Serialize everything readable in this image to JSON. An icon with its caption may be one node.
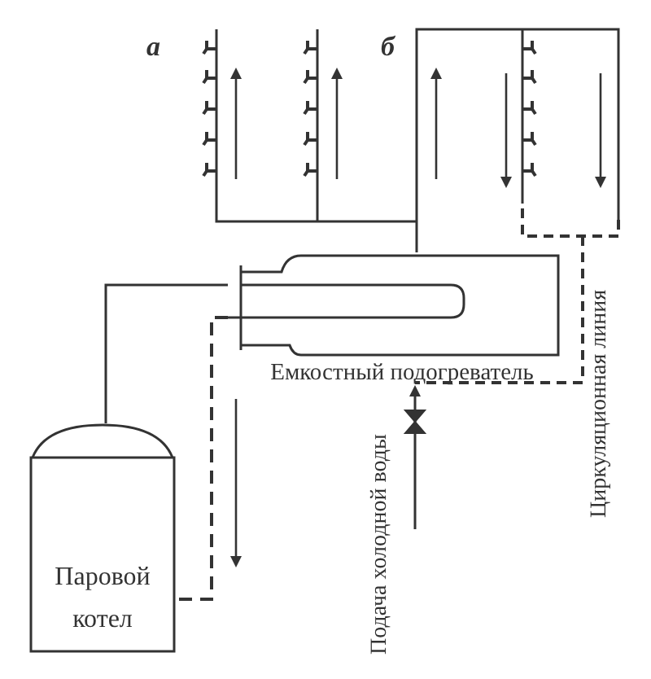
{
  "diagram": {
    "nodes": [
      {
        "text": [
          "Паровой котел"
        ]
      },
      {
        "text": [
          "Емкостный подогреватель"
        ]
      }
    ],
    "edges": [
      {
        "from": 0,
        "to": 1,
        "arrow": "none"
      },
      {
        "from": 1,
        "to": 0,
        "arrow": "none",
        "style": "dashed"
      },
      {
        "from": null,
        "to": 1,
        "arrow": "to"
      }
    ],
    "labels": [
      "а",
      "б",
      "Подача холодной воды",
      "Циркуляционная линия"
    ]
  }
}
